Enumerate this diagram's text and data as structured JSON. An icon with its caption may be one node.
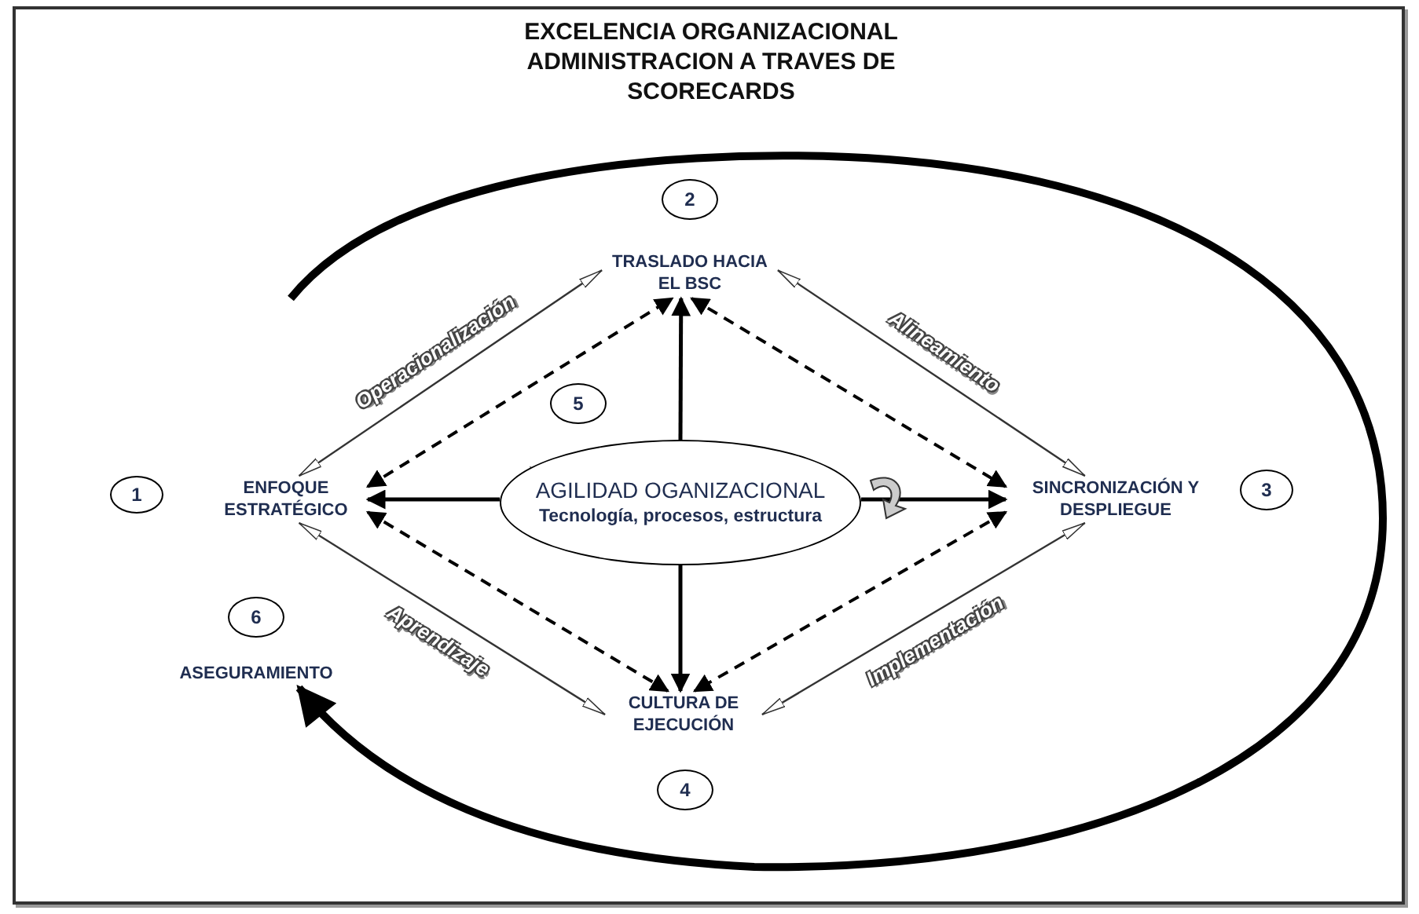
{
  "diagram": {
    "title": "EXCELENCIA ORGANIZACIONAL ADMINISTRACION A TRAVES DE SCORECARDS",
    "nodes": [
      {
        "text": [
          "1"
        ]
      },
      {
        "text": [
          "ENFOQUE ESTRATÉGICO"
        ]
      },
      {
        "text": [
          "2"
        ]
      },
      {
        "text": [
          "TRASLADO HACIA EL BSC"
        ]
      },
      {
        "text": [
          "SINCRONIZACIÓN Y DESPLIEGUE"
        ]
      },
      {
        "text": [
          "3"
        ]
      },
      {
        "text": [
          "AGILIDAD OGANIZACIONAL",
          "Tecnología, procesos, estructura"
        ]
      },
      {
        "text": [
          "5"
        ]
      },
      {
        "text": [
          "CULTURA DE EJECUCIÓN"
        ]
      },
      {
        "text": [
          "4"
        ]
      },
      {
        "text": [
          "6"
        ]
      },
      {
        "text": [
          "ASEGURAMIENTO"
        ]
      }
    ],
    "edges": [
      {
        "from": 6,
        "to": 3,
        "arrow": "to"
      },
      {
        "from": 6,
        "to": 1,
        "arrow": "to"
      },
      {
        "from": 6,
        "to": 4,
        "arrow": "to"
      },
      {
        "from": 6,
        "to": 8,
        "arrow": "to"
      },
      {
        "from": 1,
        "to": 3,
        "arrow": "both",
        "style": "dashed"
      },
      {
        "from": 3,
        "to": 4,
        "arrow": "both",
        "style": "dashed"
      },
      {
        "from": 1,
        "to": 8,
        "arrow": "both",
        "style": "dashed"
      },
      {
        "from": 4,
        "to": 8,
        "arrow": "both",
        "style": "dashed"
      },
      {
        "from": 1,
        "to": 3,
        "arrow": "both",
        "label": "Operacionalización"
      },
      {
        "from": 3,
        "to": 4,
        "arrow": "both",
        "label": "Alineamiento"
      },
      {
        "from": 1,
        "to": 8,
        "arrow": "both",
        "label": "Aprendizaje"
      },
      {
        "from": 8,
        "to": 4,
        "arrow": "both",
        "label": "Implementación"
      },
      {
        "from": null,
        "to": 11,
        "arrow": "to",
        "style": "thick"
      }
    ]
  }
}
